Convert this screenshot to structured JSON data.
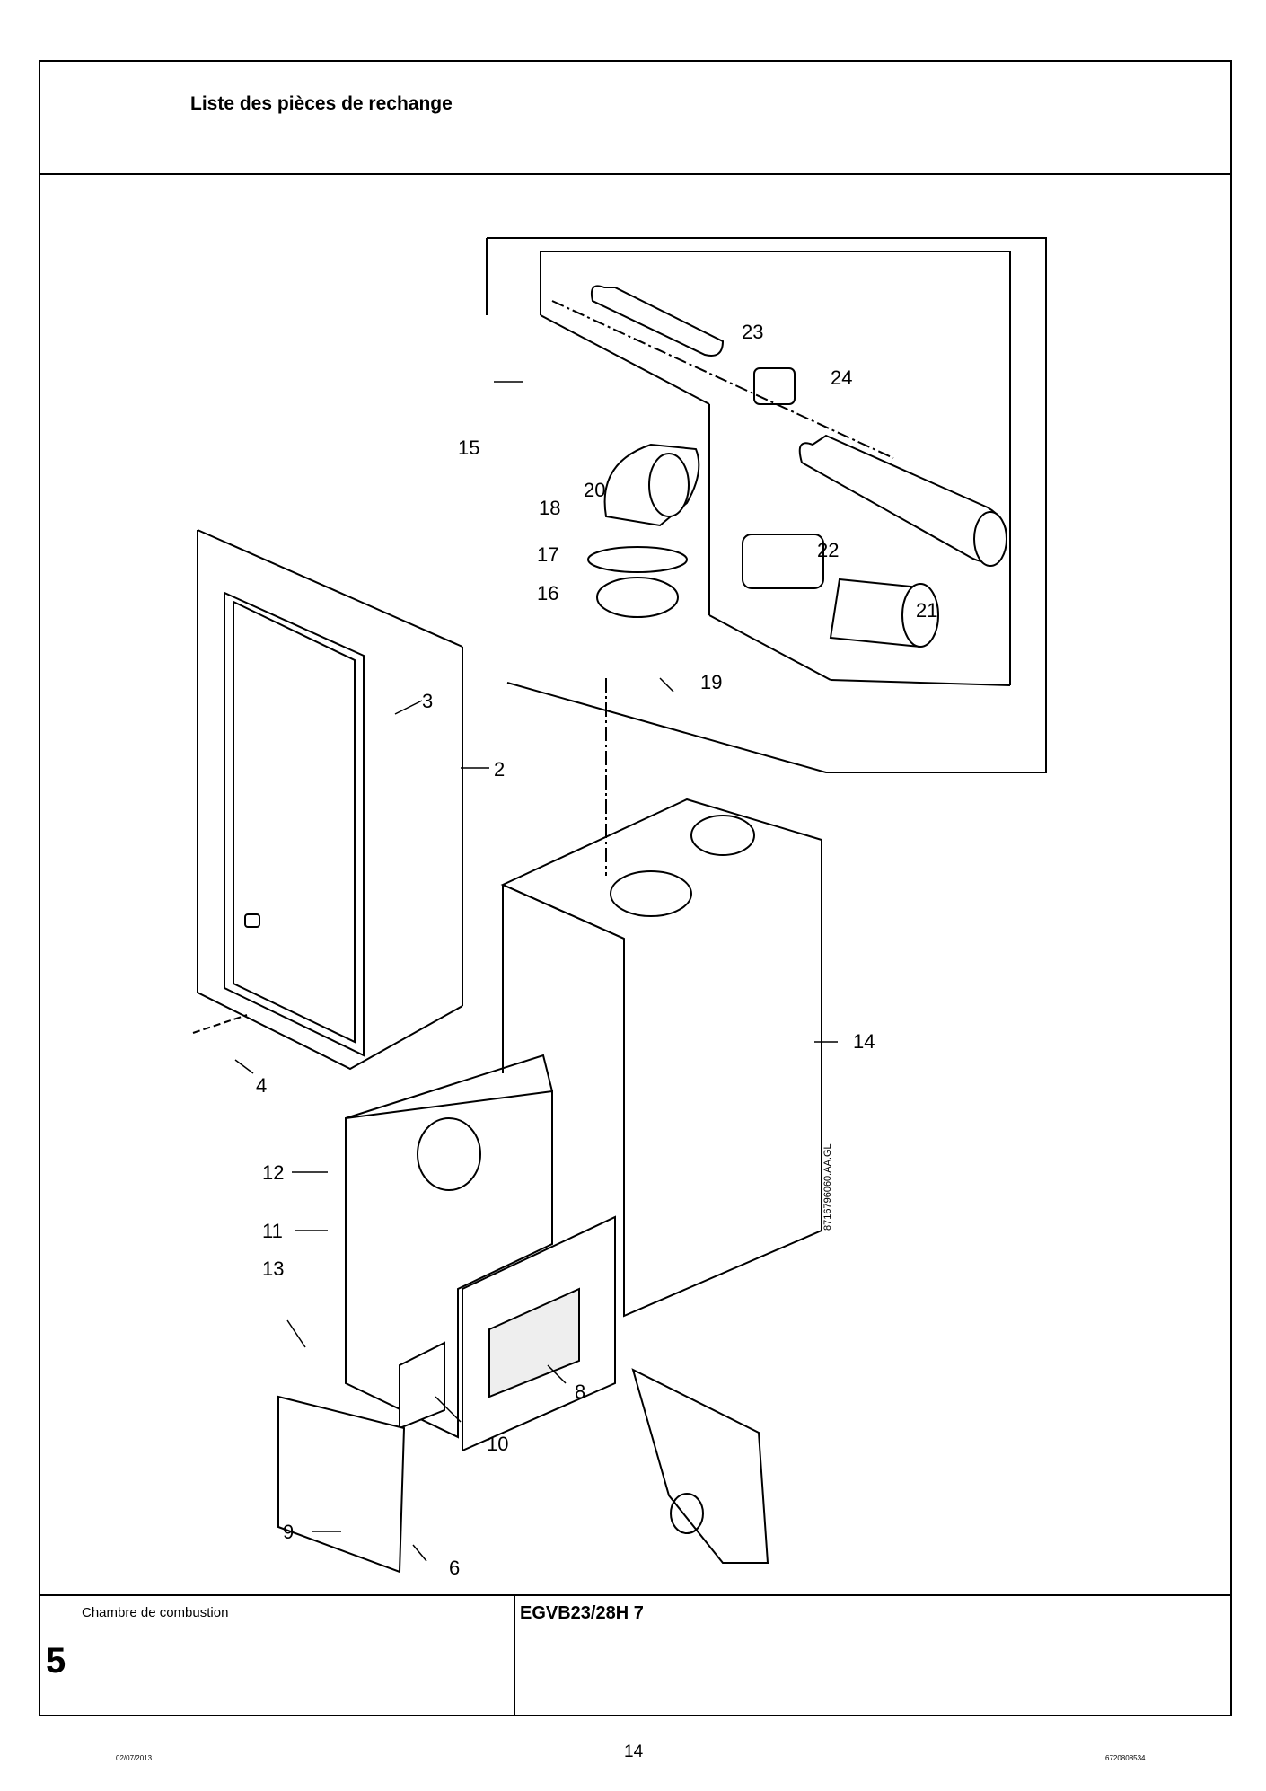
{
  "header": {
    "title": "Liste des pièces de rechange"
  },
  "diagram": {
    "part_labels": [
      "2",
      "3",
      "4",
      "6",
      "8",
      "9",
      "10",
      "11",
      "12",
      "13",
      "14",
      "15",
      "16",
      "17",
      "18",
      "19",
      "20",
      "21",
      "22",
      "23",
      "24"
    ],
    "drawing_code": "8716796060.AA.GL"
  },
  "footer": {
    "section_caption": "Chambre de combustion",
    "section_number": "5",
    "model": "EGVB23/28H 7"
  },
  "page": {
    "date": "02/07/2013",
    "number": "14",
    "doc_ref": "6720808534"
  }
}
